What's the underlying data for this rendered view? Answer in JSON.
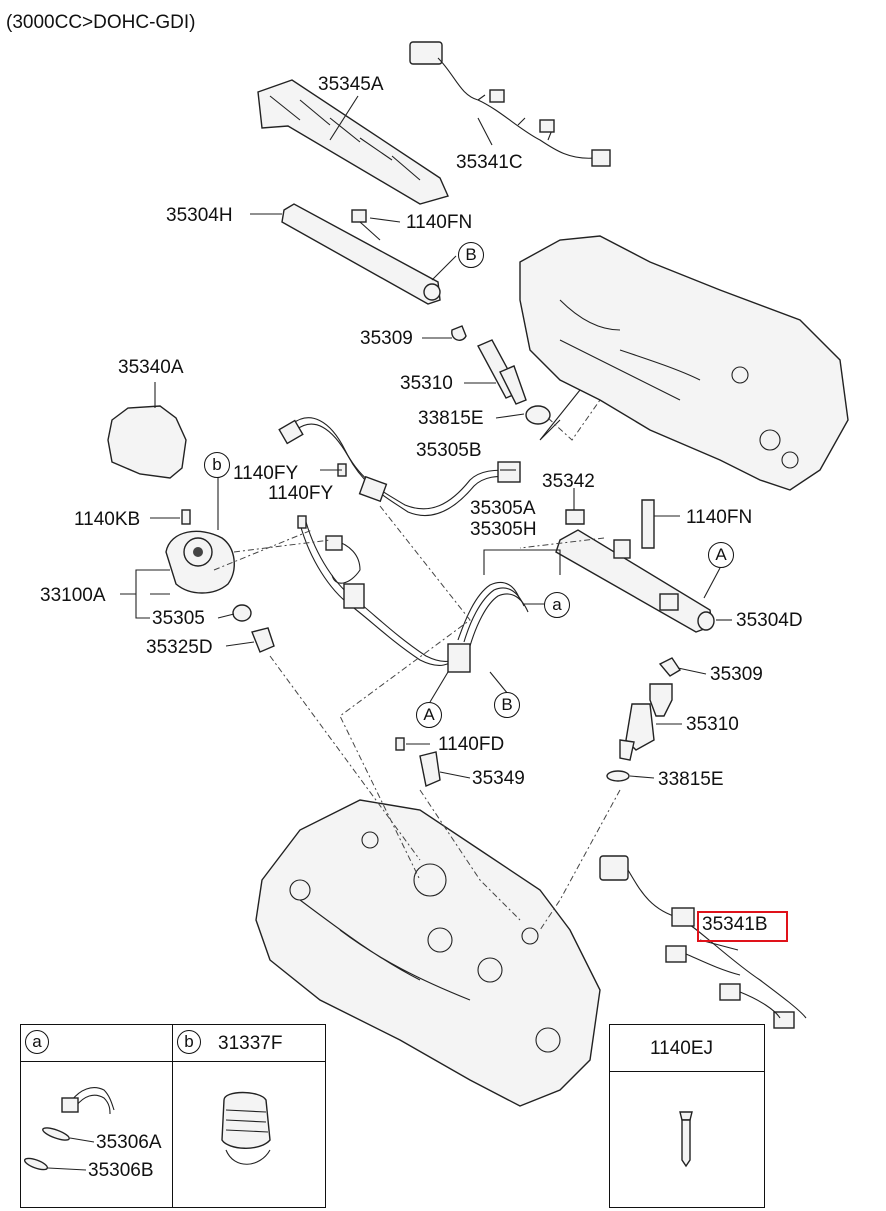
{
  "title": "(3000CC>DOHC-GDI)",
  "labels": {
    "p35345A": "35345A",
    "p35341C": "35341C",
    "p35304H": "35304H",
    "p1140FN_top": "1140FN",
    "p35309_top": "35309",
    "p35340A": "35340A",
    "p35310_top": "35310",
    "p33815E_top": "33815E",
    "p35305B": "35305B",
    "p1140FY_a": "1140FY",
    "p1140FY_b": "1140FY",
    "p35342": "35342",
    "p35305A": "35305A",
    "p35305H": "35305H",
    "p1140KB": "1140KB",
    "p1140FN_mid": "1140FN",
    "p33100A": "33100A",
    "p35304D": "35304D",
    "p35305": "35305",
    "p35325D": "35325D",
    "p35309_mid": "35309",
    "p35310_mid": "35310",
    "p1140FD": "1140FD",
    "p35349": "35349",
    "p33815E_mid": "33815E",
    "p35341B": "35341B"
  },
  "callouts": {
    "B_top": "B",
    "b_pump": "b",
    "A_right": "A",
    "a_hose": "a",
    "A_bottom": "A",
    "B_bottom": "B"
  },
  "legend": {
    "a_key": "a",
    "b_key": "b",
    "b_part": "31337F",
    "a_item1": "35306A",
    "a_item2": "35306B",
    "bolt_part": "1140EJ"
  }
}
